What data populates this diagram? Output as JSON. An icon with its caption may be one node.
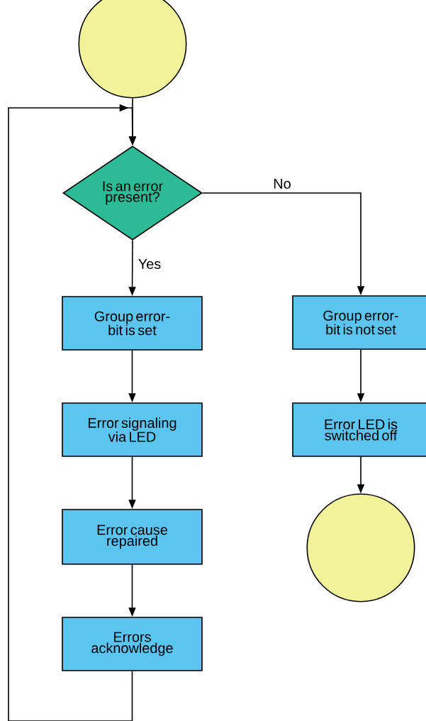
{
  "diagram": {
    "nodes": [
      {
        "text": [],
        "shape": "circle"
      },
      {
        "text": [
          "Is an error present?"
        ]
      },
      {
        "text": [
          "Group error-bit is set"
        ]
      },
      {
        "text": [
          "Group error-bit is not set"
        ]
      },
      {
        "text": [
          "Error signaling via LED"
        ]
      },
      {
        "text": [
          "Error LED is switched off"
        ]
      },
      {
        "text": [
          "Error cause repaired"
        ]
      },
      {
        "text": [],
        "shape": "circle"
      },
      {
        "text": [
          "Errors acknowledge"
        ]
      }
    ],
    "edges": [
      {
        "from": 0,
        "to": 1,
        "arrow": "to"
      },
      {
        "from": 1,
        "to": 2,
        "arrow": "to",
        "label": "Yes"
      },
      {
        "from": 1,
        "to": 3,
        "arrow": "to",
        "label": "No"
      },
      {
        "from": 2,
        "to": 4,
        "arrow": "to"
      },
      {
        "from": 3,
        "to": 5,
        "arrow": "to"
      },
      {
        "from": 4,
        "to": 6,
        "arrow": "to"
      },
      {
        "from": 5,
        "to": 7,
        "arrow": "to"
      },
      {
        "from": 6,
        "to": 8,
        "arrow": "to"
      },
      {
        "from": 8,
        "to": 1,
        "arrow": "to"
      }
    ]
  }
}
